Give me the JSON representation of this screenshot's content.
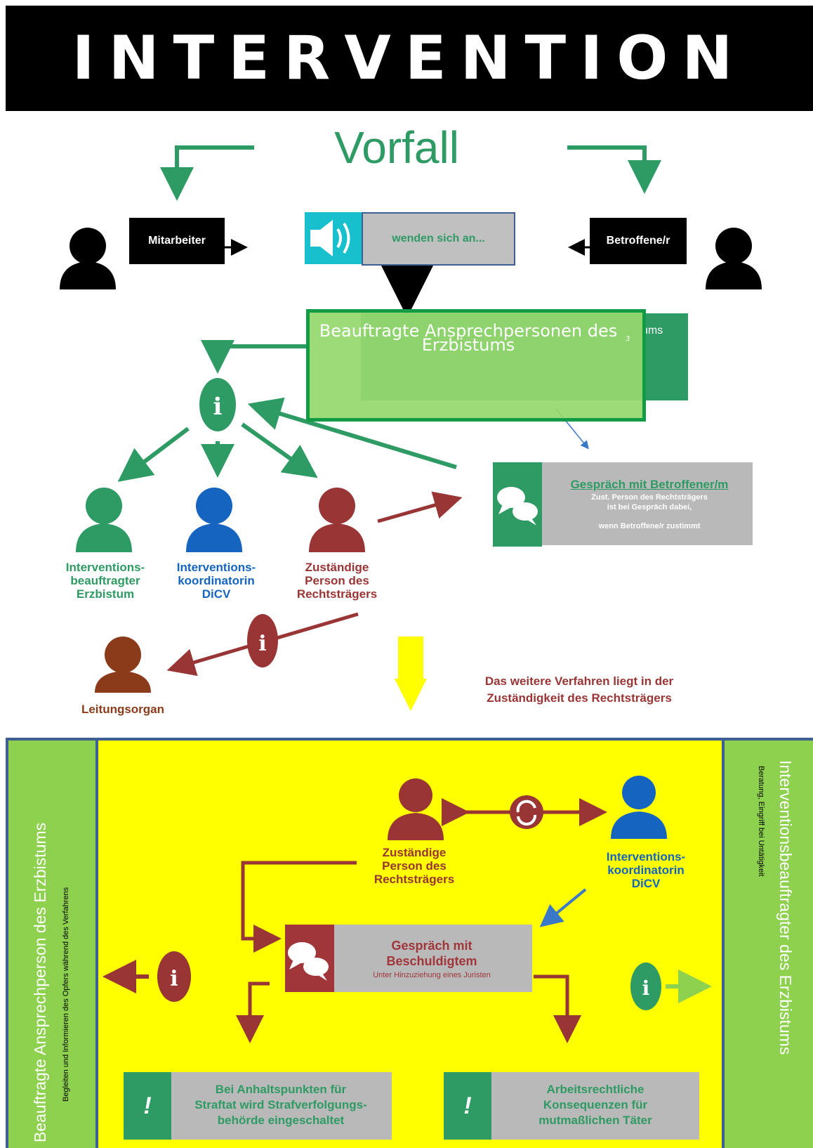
{
  "header": {
    "title": "INTERVENTION"
  },
  "top": {
    "vorfall": "Vorfall",
    "left_bubble": "Mitarbeiter",
    "right_bubble": "Betroffene/r",
    "center_label": "wenden sich an...",
    "ap_box": {
      "overlay_title": "Beauftragte Ansprechpersonen des Erzbistums",
      "overlay_footnote": "3",
      "dark_label_fragment": "ums"
    },
    "chat": {
      "title": "Gespräch mit Betroffener/m",
      "line1": "Zust. Person des Rechtsträgers",
      "line2": "ist bei Gespräch dabei,",
      "line3": "wenn Betroffene/r zustimmt"
    },
    "roles": [
      {
        "line1": "Interventions-",
        "line2": "beauftragter",
        "line3": "Erzbistum",
        "color": "#2e9a64"
      },
      {
        "line1": "Interventions-",
        "line2": "koordinatorin",
        "line3": "DiCV",
        "color": "#1565c0"
      },
      {
        "line1": "Zuständige",
        "line2": "Person des",
        "line3": "Rechtsträgers",
        "color": "#9a3535"
      }
    ],
    "leitungsorgan": "Leitungsorgan",
    "follow_text": {
      "line1": "Das weitere Verfahren liegt in der",
      "line2": "Zuständigkeit des Rechtsträgers"
    }
  },
  "bottom": {
    "left_panel": {
      "title": "Beauftragte Ansprechperson des Erzbistums",
      "subtitle": "Begleiten und Informieren des Opfers während des Verfahrens"
    },
    "right_panel": {
      "title": "Interventionsbeauftragter des Erzbistums",
      "subtitle": "Beratung, Eingriff bei Untätigkeit"
    },
    "zust_person": {
      "line1": "Zuständige",
      "line2": "Person des",
      "line3": "Rechtsträgers"
    },
    "koord": {
      "line1": "Interventions-",
      "line2": "koordinatorin",
      "line3": "DiCV"
    },
    "gespraech": {
      "line1": "Gespräch mit",
      "line2": "Beschuldigtem",
      "sub": "Unter Hinzuziehung eines Juristen"
    },
    "left_result": {
      "line1": "Bei Anhaltspunkten für",
      "line2": "Straftat wird Strafverfolgungs-",
      "line3": "behörde eingeschaltet"
    },
    "right_result": {
      "line1": "Arbeitsrechtliche",
      "line2": "Konsequenzen für",
      "line3": "mutmaßlichen Täter"
    },
    "excl_icon": "!",
    "info_icon": "i"
  },
  "colors": {
    "green": "#2e9a64",
    "blue": "#1565c0",
    "red": "#9a3535",
    "brown": "#8b3a1a",
    "yellow": "#ffff00",
    "light_green": "#8ed14f",
    "frame": "#3d5f96",
    "cyan": "#17c0cc"
  }
}
